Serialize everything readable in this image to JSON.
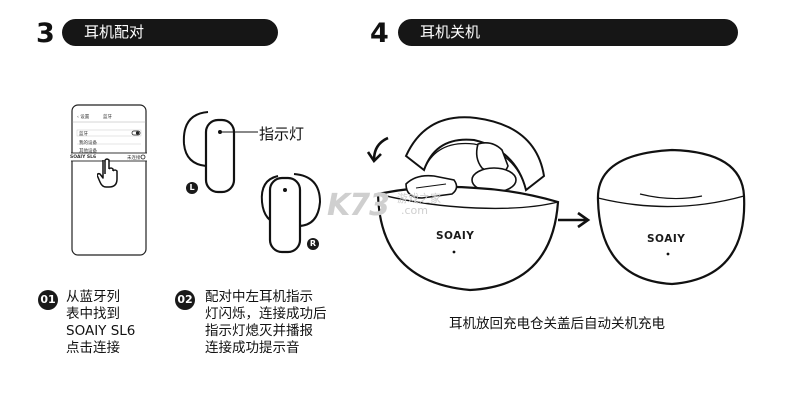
{
  "step3": {
    "number": "3",
    "title": "耳机配对",
    "phone": {
      "back": "设置",
      "title": "蓝牙",
      "row_label": "蓝牙",
      "section_label": "我的设备",
      "device_row": "SOAIY SL6",
      "device_status": "未连接",
      "other_section": "其他设备"
    },
    "ear_label": "指示灯",
    "left_mark": "L",
    "right_mark": "R",
    "instructions": [
      {
        "num": "01",
        "lines": [
          "从蓝牙列",
          "表中找到",
          "SOAIY SL6",
          "点击连接"
        ]
      },
      {
        "num": "02",
        "lines": [
          "配对中左耳机指示",
          "灯闪烁，连接成功后",
          "指示灯熄灭并播报",
          "连接成功提示音"
        ]
      }
    ]
  },
  "step4": {
    "number": "4",
    "title": "耳机关机",
    "case_brand_open": "SOAIY",
    "case_brand_closed": "SOAIY",
    "caption": "耳机放回充电仓关盖后自动关机充电"
  },
  "watermark": {
    "main": "K73",
    "sub1": "游戏之家",
    "sub2": ".com"
  }
}
